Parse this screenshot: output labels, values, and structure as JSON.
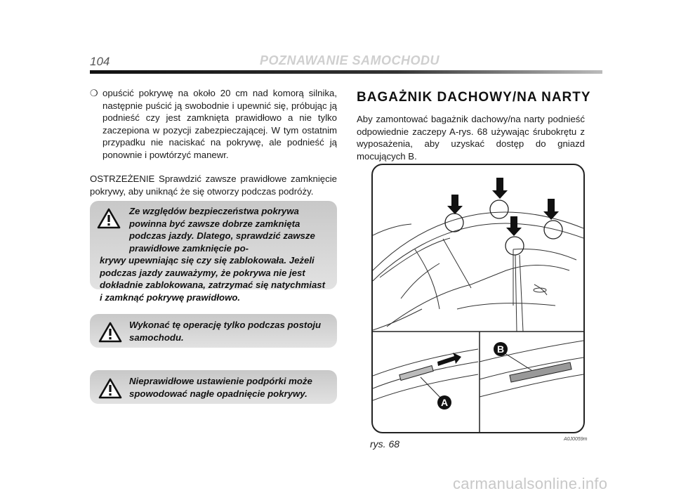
{
  "header": {
    "page_number": "104",
    "section_title": "POZNAWANIE SAMOCHODU"
  },
  "left": {
    "bullet_mark": "❍",
    "bullet_text": "opuścić pokrywę na około 20 cm nad komorą silnika, następnie puścić ją swobodnie i upewnić się, próbując ją podnieść czy jest zamknięta prawidłowo a nie tylko zaczepiona w pozycji zabezpieczającej. W tym ostatnim przypadku nie naciskać na pokrywę, ale podnieść ją ponownie i powtórzyć manewr.",
    "warning_text": "OSTRZEŻENIE Sprawdzić zawsze prawidłowe zamknięcie pokrywy, aby uniknąć że się otworzy podczas podróży."
  },
  "warnings": [
    {
      "icon": "warning-triangle-icon",
      "text_indented": "Ze względów bezpieczeństwa pokrywa powinna być zawsze dobrze zamknięta podczas jazdy. Dlatego, sprawdzić zawsze prawidłowe zamknięcie po-",
      "text_full": "krywy upewniając się czy się zablokowała. Jeżeli podczas jazdy zauważymy, że pokrywa nie jest dokładnie zablokowana, zatrzymać się natychmiast i zamknąć pokrywę prawidłowo."
    },
    {
      "icon": "warning-triangle-icon",
      "text": "Wykonać tę operację tylko podczas postoju samochodu."
    },
    {
      "icon": "warning-triangle-icon",
      "text": "Nieprawidłowe ustawienie podpórki może spowodować nagłe opadnięcie pokrywy."
    }
  ],
  "right": {
    "title": "BAGAŻNIK DACHOWY/NA NARTY",
    "intro": "Aby zamontować bagażnik dachowy/na narty podnieść odpowiednie zaczepy A-rys. 68 używając śrubokrętu z wyposażenia, aby uzyskać dostęp do gniazd mocujących B."
  },
  "figure": {
    "label_a": "A",
    "label_b": "B",
    "caption": "rys. 68",
    "code": "A0J0059m"
  },
  "watermark": "carmanualsonline.info"
}
